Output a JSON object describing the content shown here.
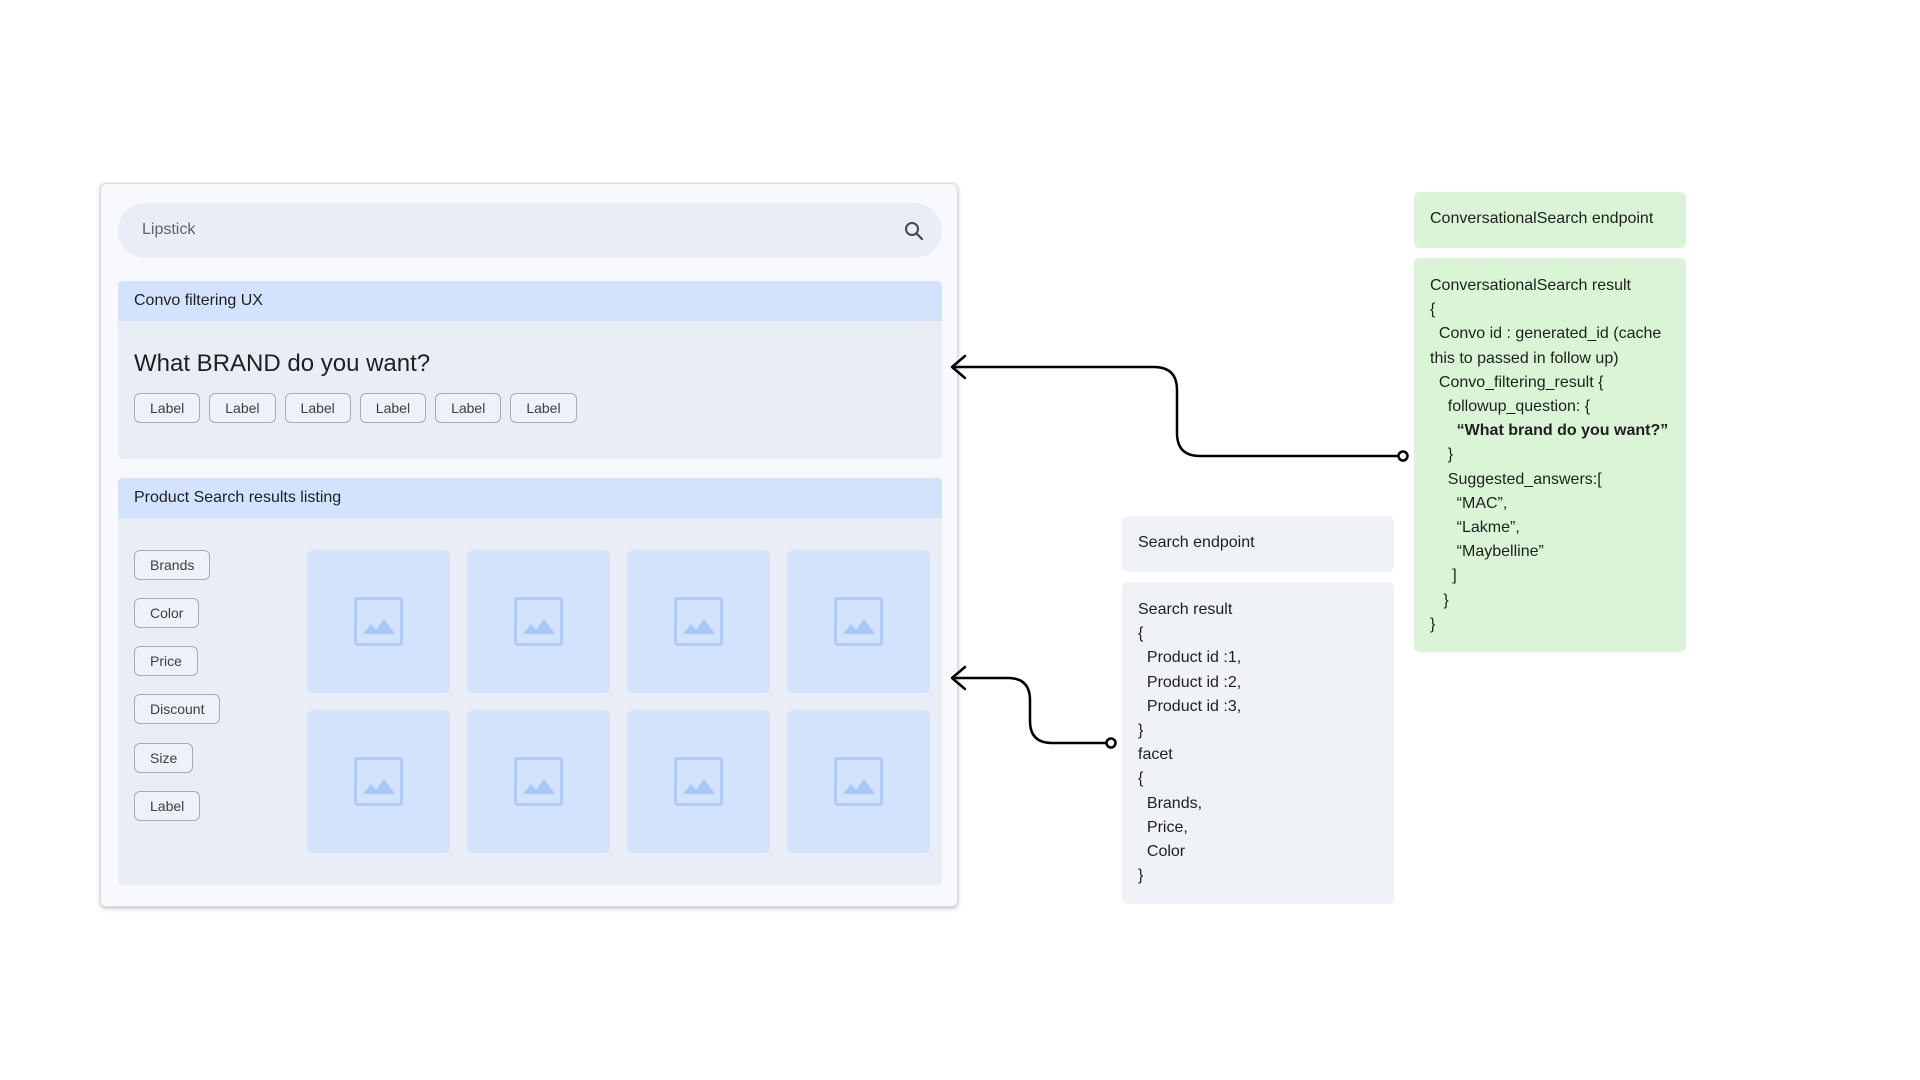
{
  "mock": {
    "search": {
      "query": "Lipstick",
      "icon": "search-icon"
    },
    "convo": {
      "header": "Convo filtering UX",
      "question": "What BRAND do you want?",
      "chips": [
        "Label",
        "Label",
        "Label",
        "Label",
        "Label",
        "Label"
      ]
    },
    "results": {
      "header": "Product Search results listing",
      "facets": [
        "Brands",
        "Color",
        "Price",
        "Discount",
        "Size",
        "Label"
      ],
      "tile_icon": "image-placeholder-icon",
      "tile_count": 8
    }
  },
  "conversational": {
    "endpoint_label": "ConversationalSearch endpoint",
    "result_lines": [
      "ConversationalSearch result",
      "{",
      "  Convo id : generated_id (cache",
      "this to passed in follow up)",
      "  Convo_filtering_result {",
      "    followup_question: {",
      "      “What brand do you want?”",
      "    }",
      "    Suggested_answers:[",
      "      “MAC”,",
      "      “Lakme”,",
      "      “Maybelline”",
      "     ]",
      "   }",
      "}"
    ],
    "bold_line_index": 6
  },
  "search": {
    "endpoint_label": "Search endpoint",
    "result_lines": [
      "Search result",
      "{",
      "  Product id :1,",
      "  Product id :2,",
      "  Product id :3,",
      "}",
      "facet",
      "{",
      "  Brands,",
      "  Price,",
      "  Color",
      "}"
    ]
  },
  "colors": {
    "panel_header": "#d3e3fd",
    "panel_body": "#e9edf5",
    "green_card": "#d9f5d6",
    "grey_card": "#eff2f7",
    "connector": "#000000"
  }
}
